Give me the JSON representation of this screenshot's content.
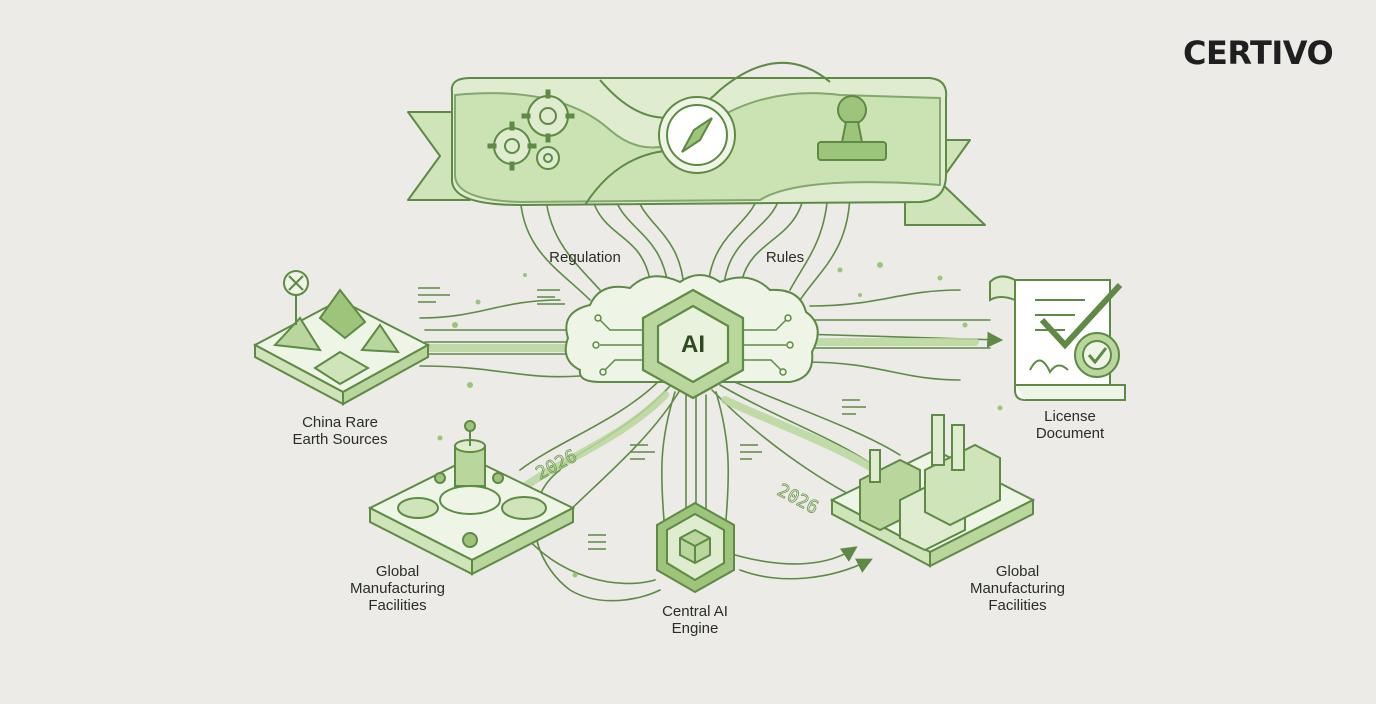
{
  "brand": {
    "logo_text": "CERTIVO"
  },
  "diagram": {
    "center": {
      "badge": "AI"
    },
    "labels": {
      "regulation": "Regulation",
      "rules": "Rules",
      "china_sources": "China Rare\nEarth Sources",
      "license": "License\nDocument",
      "global_left": "Global\nManufacturing\nFacilities",
      "central_engine": "Central AI\nEngine",
      "global_right": "Global\nManufacturing\nFacilities"
    },
    "year_marks": [
      "2026",
      "2026"
    ]
  },
  "colors": {
    "background": "#ecebe7",
    "line": "#5e8a45",
    "fill_light": "#dfeccf",
    "fill_mid": "#b9d79c",
    "fill_dark": "#9cc47a"
  }
}
